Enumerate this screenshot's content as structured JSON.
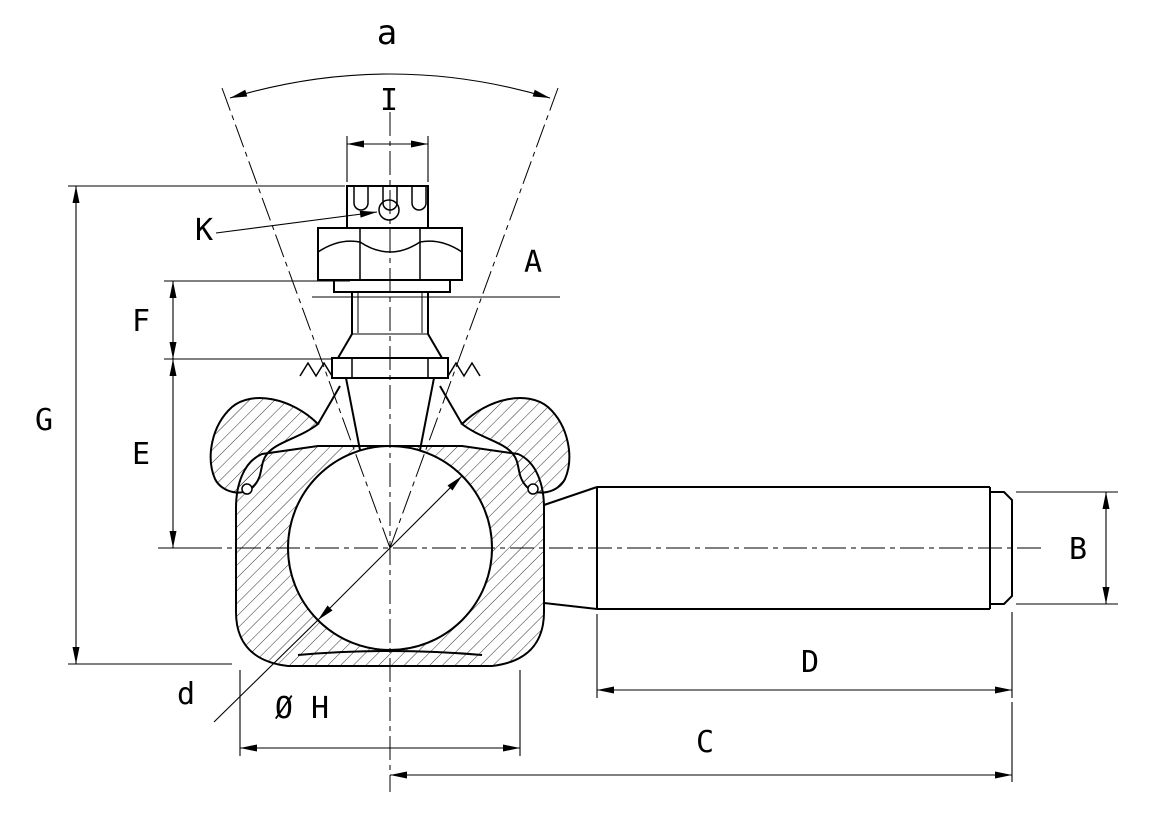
{
  "drawing": {
    "type": "technical-drawing",
    "subject": "ball-joint-tie-rod-end-cross-section",
    "background_color": "#ffffff",
    "line_color": "#000000"
  },
  "labels": {
    "a": "a",
    "I": "I",
    "K": "K",
    "A": "A",
    "F": "F",
    "G": "G",
    "E": "E",
    "B": "B",
    "D": "D",
    "C": "C",
    "d": "d",
    "H": "Ø H"
  }
}
